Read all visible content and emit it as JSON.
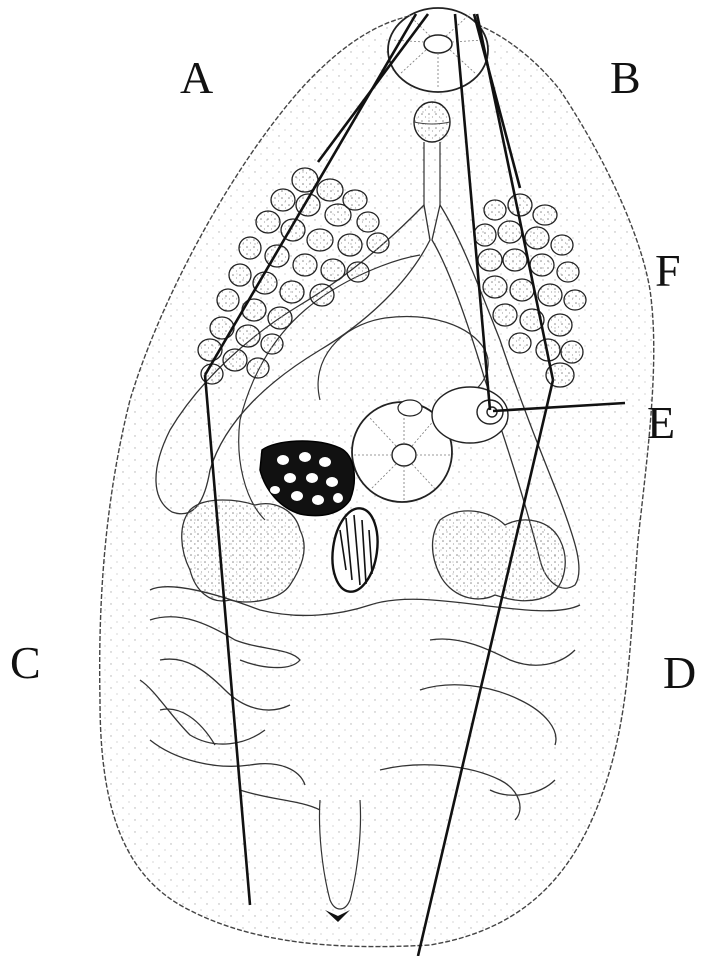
{
  "labels": {
    "a": "A",
    "b": "B",
    "c": "C",
    "d": "D",
    "e": "E",
    "f": "F"
  },
  "colors": {
    "ink": "#111111",
    "paper": "#ffffff",
    "stipple": "#9a9a9a"
  }
}
